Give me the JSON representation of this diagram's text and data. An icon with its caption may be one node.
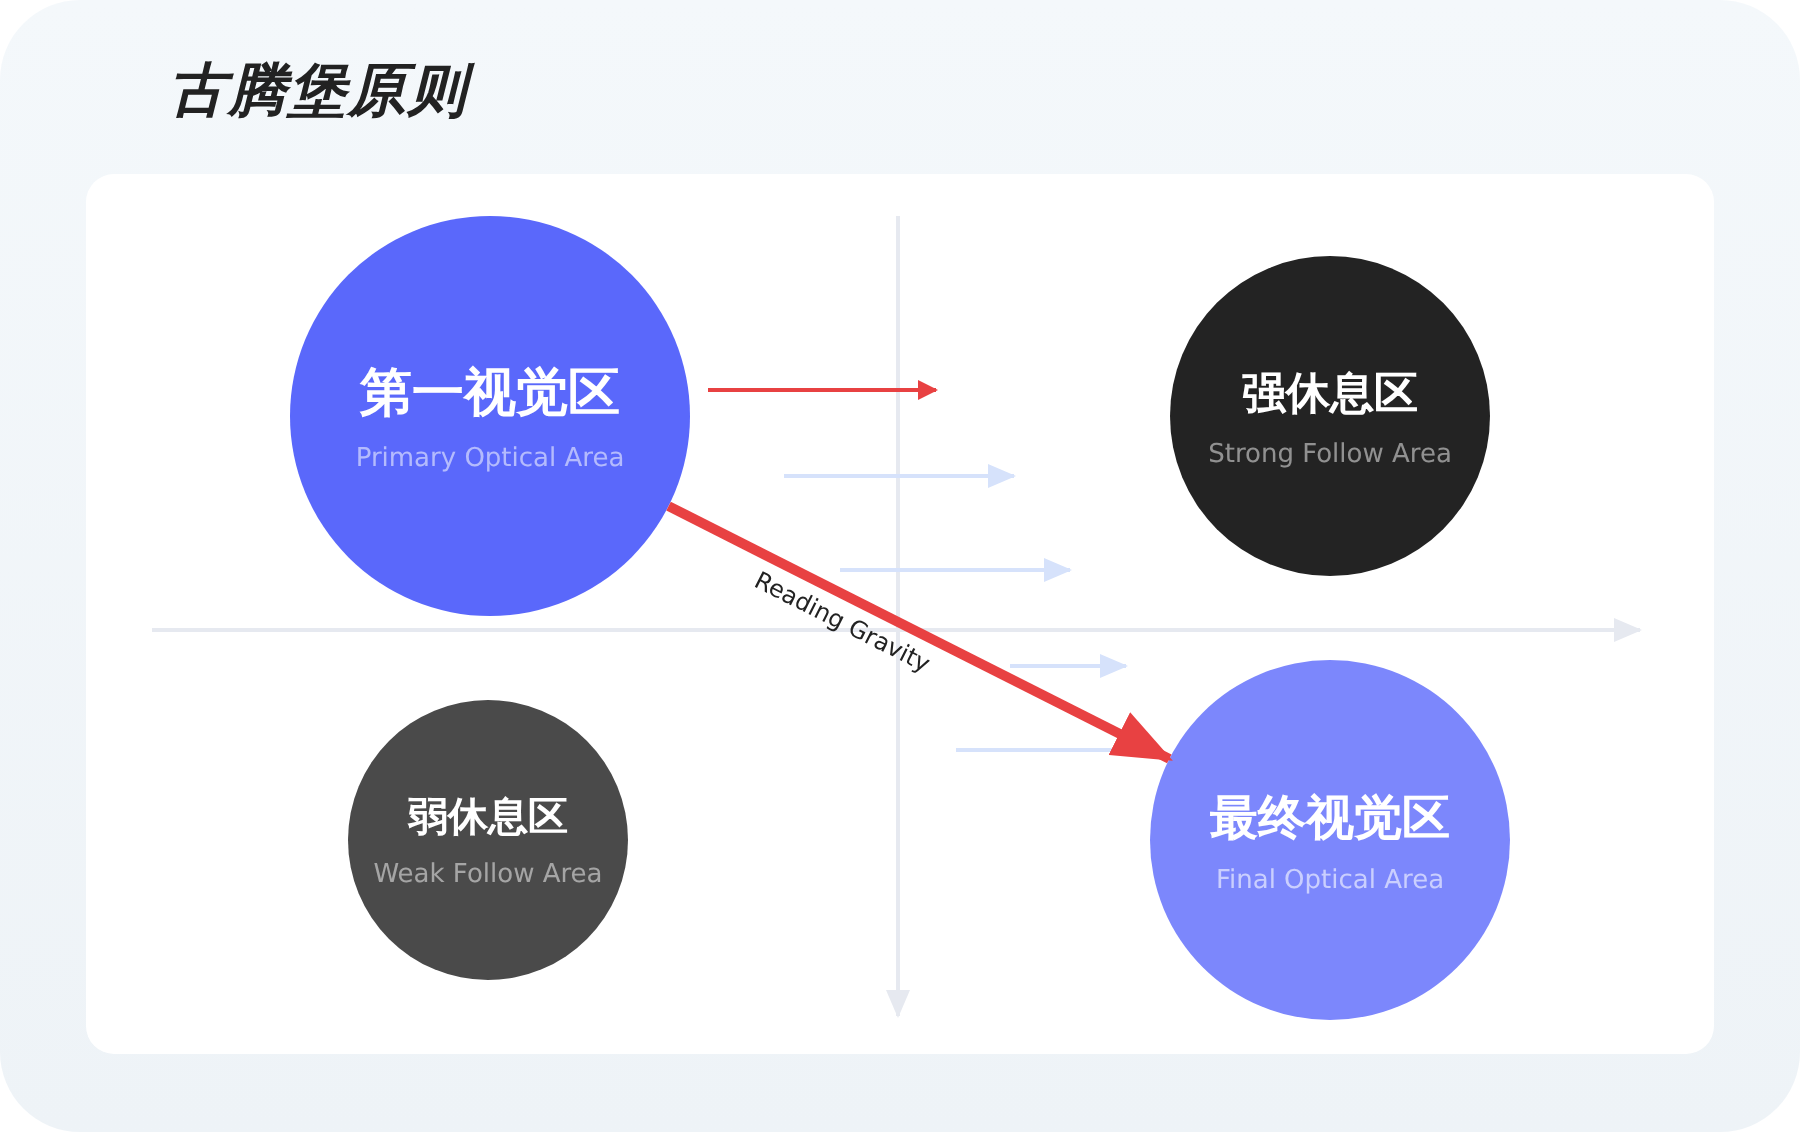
{
  "diagram": {
    "title": "古腾堡原则",
    "nodes": [
      {
        "text": [
          "第一视觉区",
          "Primary Optical Area"
        ]
      },
      {
        "text": [
          "强休息区",
          "Strong Follow Area"
        ]
      },
      {
        "text": [
          "弱休息区",
          "Weak Follow Area"
        ]
      },
      {
        "text": [
          "最终视觉区",
          "Final Optical Area"
        ]
      }
    ],
    "edges": [
      {
        "from": 0,
        "to": 3,
        "arrow": "to",
        "label": "Reading Gravity",
        "color": "#e84142"
      }
    ]
  }
}
